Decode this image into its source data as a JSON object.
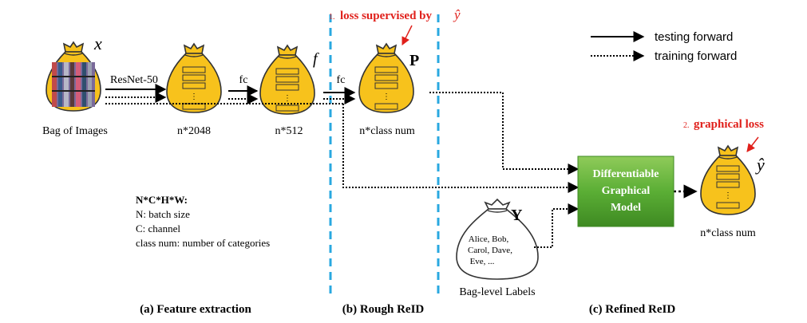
{
  "diagram": {
    "bag_x_symbol": "x",
    "backbone_label": "ResNet-50",
    "fc1_label": "fc",
    "fc2_label": "fc",
    "f_symbol": "f",
    "p_symbol": "P",
    "y_symbol": "Y",
    "yhat_symbol": "ŷ",
    "bag_of_images_label": "Bag of Images",
    "dim_2048": "n*2048",
    "dim_512": "n*512",
    "dim_classnum_1": "n*class num",
    "dim_classnum_2": "n*class num",
    "loss1_prefix": "1.",
    "loss1_text": "loss supervised by",
    "loss2_prefix": "2.",
    "loss2_text": "graphical loss",
    "legend_testing": "testing forward",
    "legend_training": "training forward",
    "notation_title": "N*C*H*W:",
    "notation_n": "N: batch size",
    "notation_c": "C: channel",
    "notation_classnum": "class num: number of categories",
    "model_line1": "Differentiable",
    "model_line2": "Graphical",
    "model_line3": "Model",
    "labels_line1": "Alice, Bob,",
    "labels_line2": "Carol, Dave,",
    "labels_line3": "Eve, ...",
    "bag_labels_caption": "Bag-level Labels",
    "section_a": "(a) Feature extraction",
    "section_b": "(b) Rough ReID",
    "section_c": "(c) Refined ReID"
  },
  "colors": {
    "bag_fill": "#F7C21C",
    "bag_stroke": "#333333",
    "accent_red": "#E0201B",
    "divider_blue": "#29A8E0",
    "model_green": "#4EA22E"
  }
}
